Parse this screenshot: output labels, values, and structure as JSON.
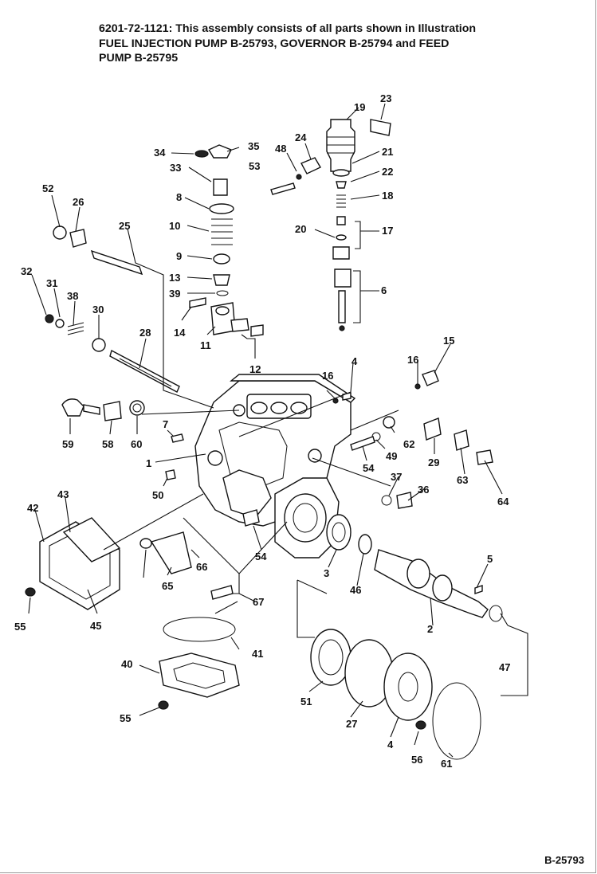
{
  "header": {
    "line1": "6201-72-1121: This assembly consists of all parts shown in Illustration",
    "line2": "FUEL INJECTION PUMP B-25793, GOVERNOR B-25794 and FEED",
    "line3": "PUMP B-25795"
  },
  "footer": {
    "code": "B-25793"
  },
  "labels": [
    "1",
    "2",
    "3",
    "4",
    "5",
    "6",
    "7",
    "8",
    "9",
    "10",
    "11",
    "12",
    "13",
    "14",
    "15",
    "16",
    "16",
    "17",
    "18",
    "19",
    "20",
    "21",
    "22",
    "23",
    "24",
    "25",
    "26",
    "27",
    "28",
    "29",
    "30",
    "31",
    "32",
    "33",
    "34",
    "35",
    "36",
    "37",
    "38",
    "39",
    "4",
    "40",
    "41",
    "42",
    "43",
    "45",
    "46",
    "47",
    "48",
    "49",
    "50",
    "51",
    "52",
    "53",
    "54",
    "54",
    "55",
    "55",
    "56",
    "58",
    "59",
    "60",
    "61",
    "62",
    "63",
    "64",
    "65",
    "66",
    "67"
  ]
}
